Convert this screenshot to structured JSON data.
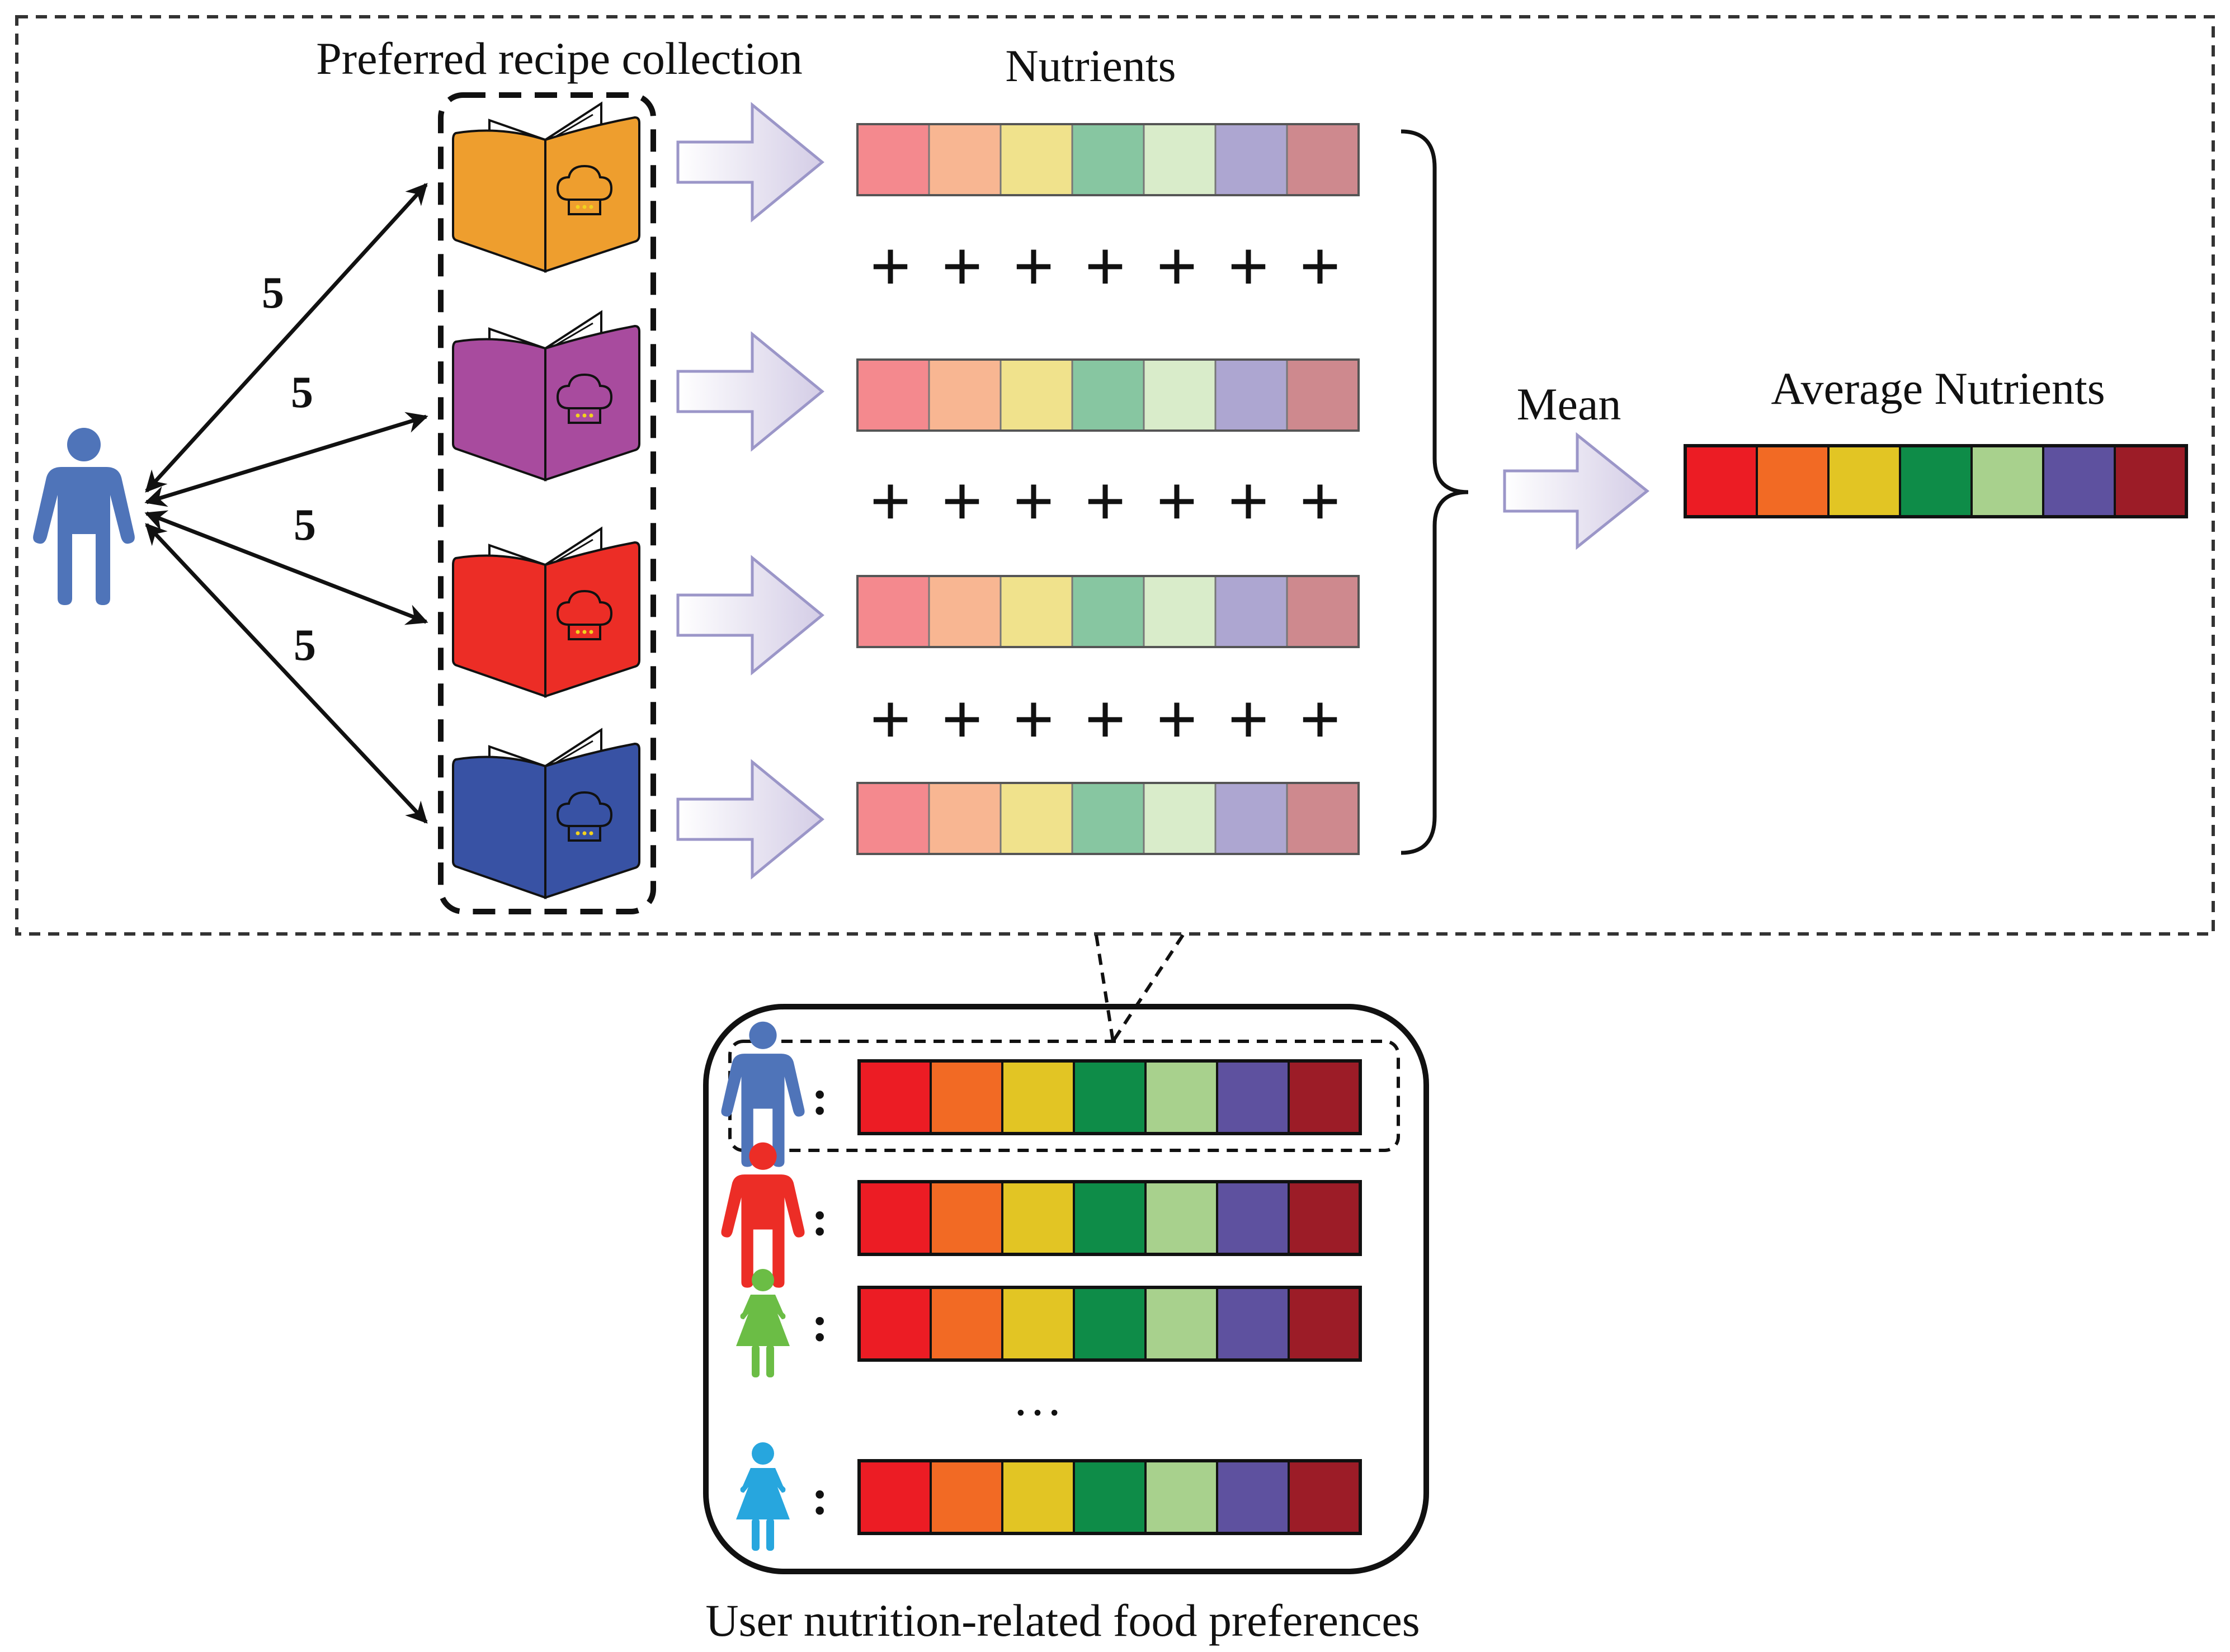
{
  "labels": {
    "collection_title": "Preferred recipe collection",
    "nutrients_title": "Nutrients",
    "mean_label": "Mean",
    "average_title": "Average Nutrients",
    "bottom_caption": "User nutrition-related food preferences",
    "ellipsis": "…",
    "plus": "+",
    "colon": ":"
  },
  "edge_weights": [
    "5",
    "5",
    "5",
    "5"
  ],
  "recipe_book_colors": [
    "#EE9E2E",
    "#A84B9E",
    "#EC2D26",
    "#3852A4"
  ],
  "nutrient_colors_full": [
    "#EC1C24",
    "#F26A24",
    "#E2C524",
    "#0E8C48",
    "#A8D18D",
    "#5E519F",
    "#9C1C27"
  ],
  "nutrient_colors_light": [
    "#F4898E",
    "#F8B692",
    "#F0E28C",
    "#87C6A1",
    "#D9ECCA",
    "#ADA6D1",
    "#CE898E"
  ],
  "user_colors": [
    "#4F74B9",
    "#EC2D26",
    "#6BBD45",
    "#27A6DE"
  ],
  "arrow_fill": "#D6D0E6",
  "arrow_stroke": "#9B96C8"
}
